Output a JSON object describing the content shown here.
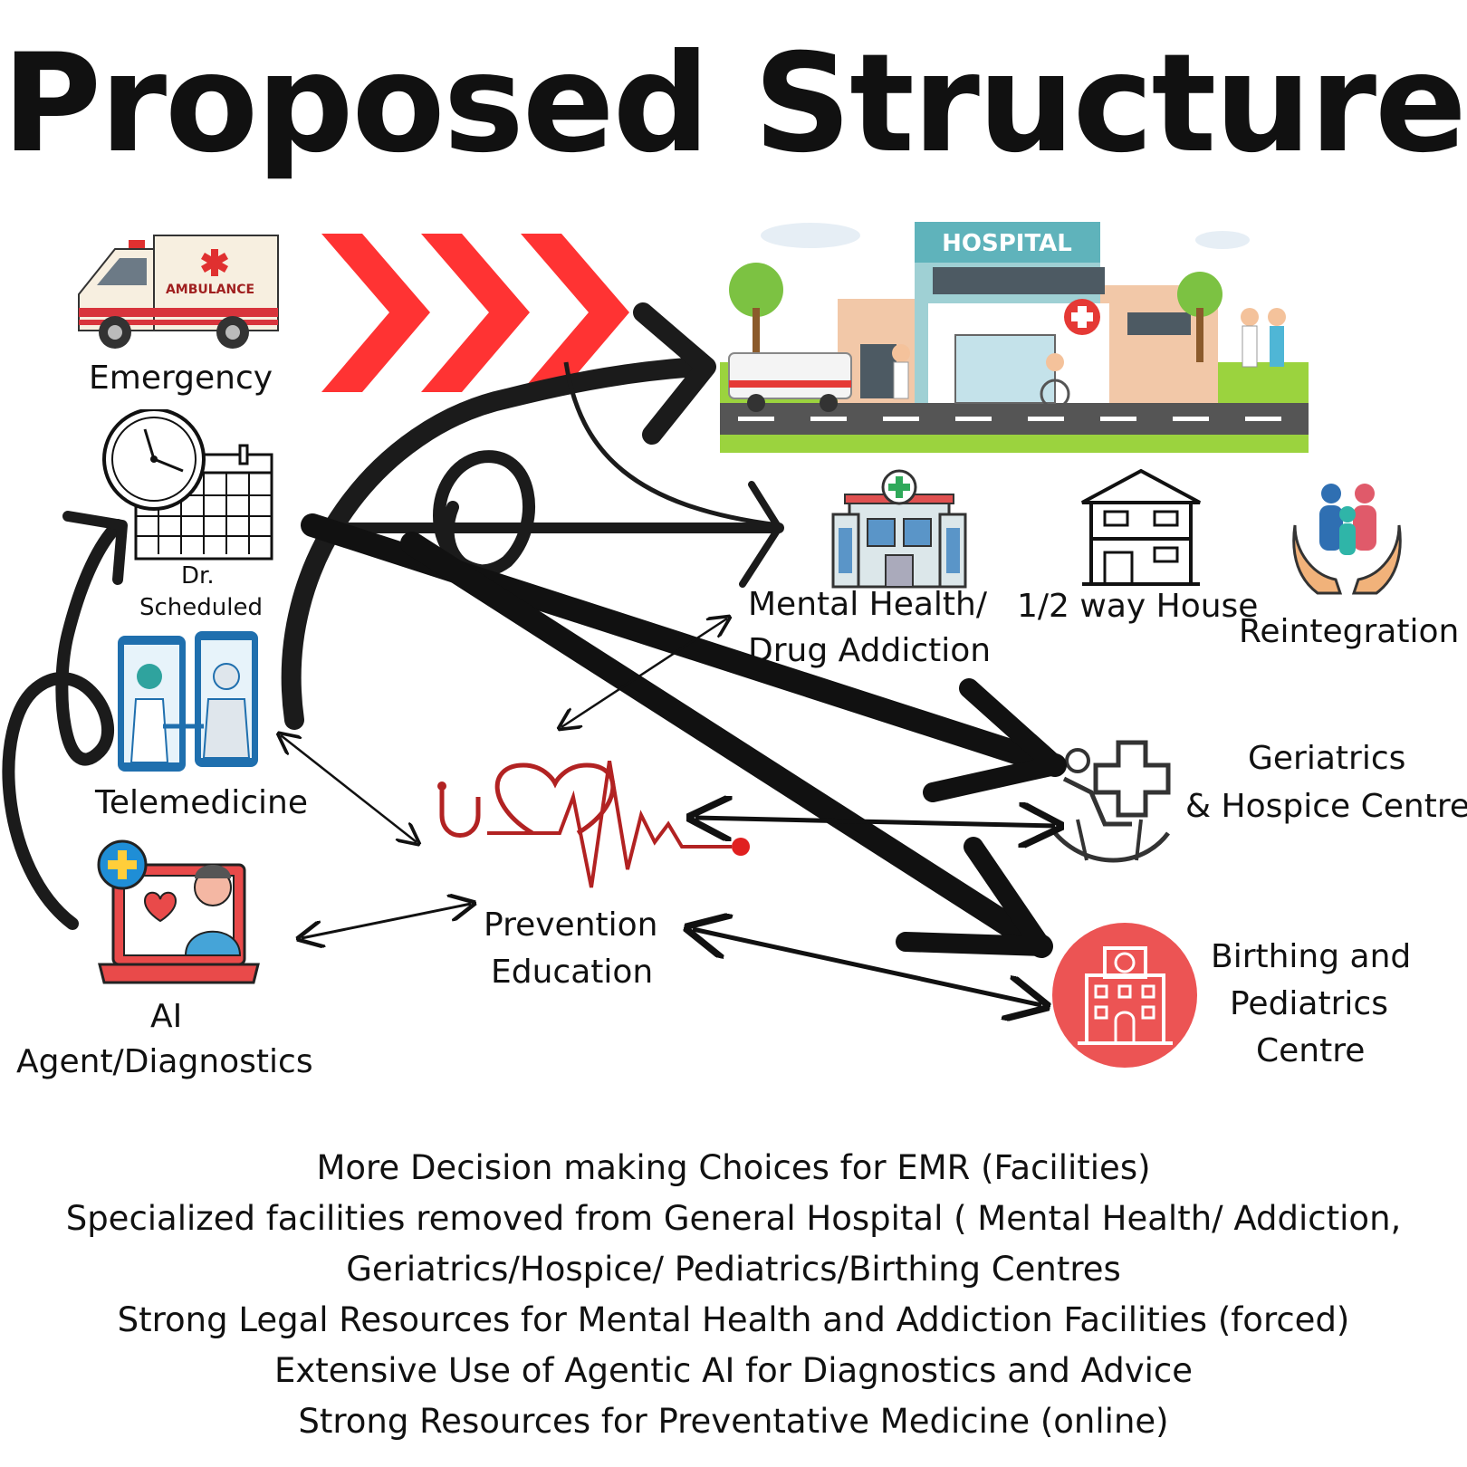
{
  "title": "Proposed Structure",
  "hospital_sign": "HOSPITAL",
  "ambulance_text": "AMBULANCE",
  "pathways": {
    "emergency": "Emergency",
    "scheduled_line1": "Dr.",
    "scheduled_line2": "Scheduled",
    "telemedicine": "Telemedicine",
    "ai_line1": "AI",
    "ai_line2": "Agent/Diagnostics"
  },
  "facilities": {
    "mental_line1": "Mental Health/",
    "mental_line2": "Drug Addiction",
    "halfway": "1/2 way House",
    "reintegration": "Reintegration",
    "geriatrics_line1": "Geriatrics",
    "geriatrics_line2": "& Hospice Centre",
    "birthing_line1": "Birthing and",
    "birthing_line2": "Pediatrics",
    "birthing_line3": "Centre",
    "prevention_line1": "Prevention",
    "prevention_line2": "Education"
  },
  "notes": [
    "More Decision making Choices for EMR (Facilities)",
    "Specialized facilities removed from General Hospital ( Mental Health/ Addiction,",
    "Geriatrics/Hospice/ Pediatrics/Birthing Centres",
    "Strong Legal Resources for  Mental Health and Addiction  Facilities (forced)",
    "Extensive Use of Agentic AI for Diagnostics and Advice",
    "Strong Resources for Preventative Medicine  (online)"
  ],
  "colors": {
    "chevron_red": "#ff3333",
    "heart_red": "#b22222",
    "birthing_red": "#ec5454",
    "hospital_teal": "#9fd0d4",
    "grass_green": "#9bd33e"
  }
}
